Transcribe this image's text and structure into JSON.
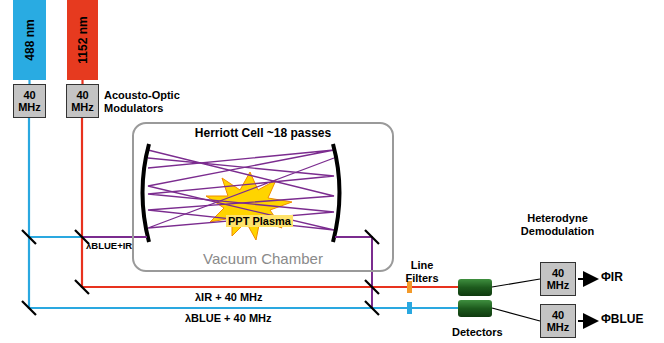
{
  "diagram": {
    "nodes": [
      {
        "text": [
          "488 nm"
        ]
      },
      {
        "text": [
          "1152 nm"
        ]
      },
      {
        "text": [
          "40 MHz"
        ]
      },
      {
        "text": [
          "40 MHz"
        ]
      },
      {
        "text": [
          "Herriott Cell ~18 passes",
          "PPT Plasma",
          "Vacuum Chamber"
        ]
      },
      {
        "text": [
          "40 MHz"
        ]
      },
      {
        "text": [
          "40 MHz"
        ]
      }
    ],
    "edges": [
      {
        "from": 0,
        "to": 2,
        "arrow": "none"
      },
      {
        "from": 1,
        "to": 3,
        "arrow": "none"
      }
    ],
    "labels": [
      "Acousto-Optic Modulators",
      "λBLUE+IR",
      "λIR + 40 MHz",
      "λBLUE + 40 MHz",
      "Line Filters",
      "Detectors",
      "Heterodyne Demodulation",
      "ΦIR",
      "ΦBLUE"
    ]
  }
}
